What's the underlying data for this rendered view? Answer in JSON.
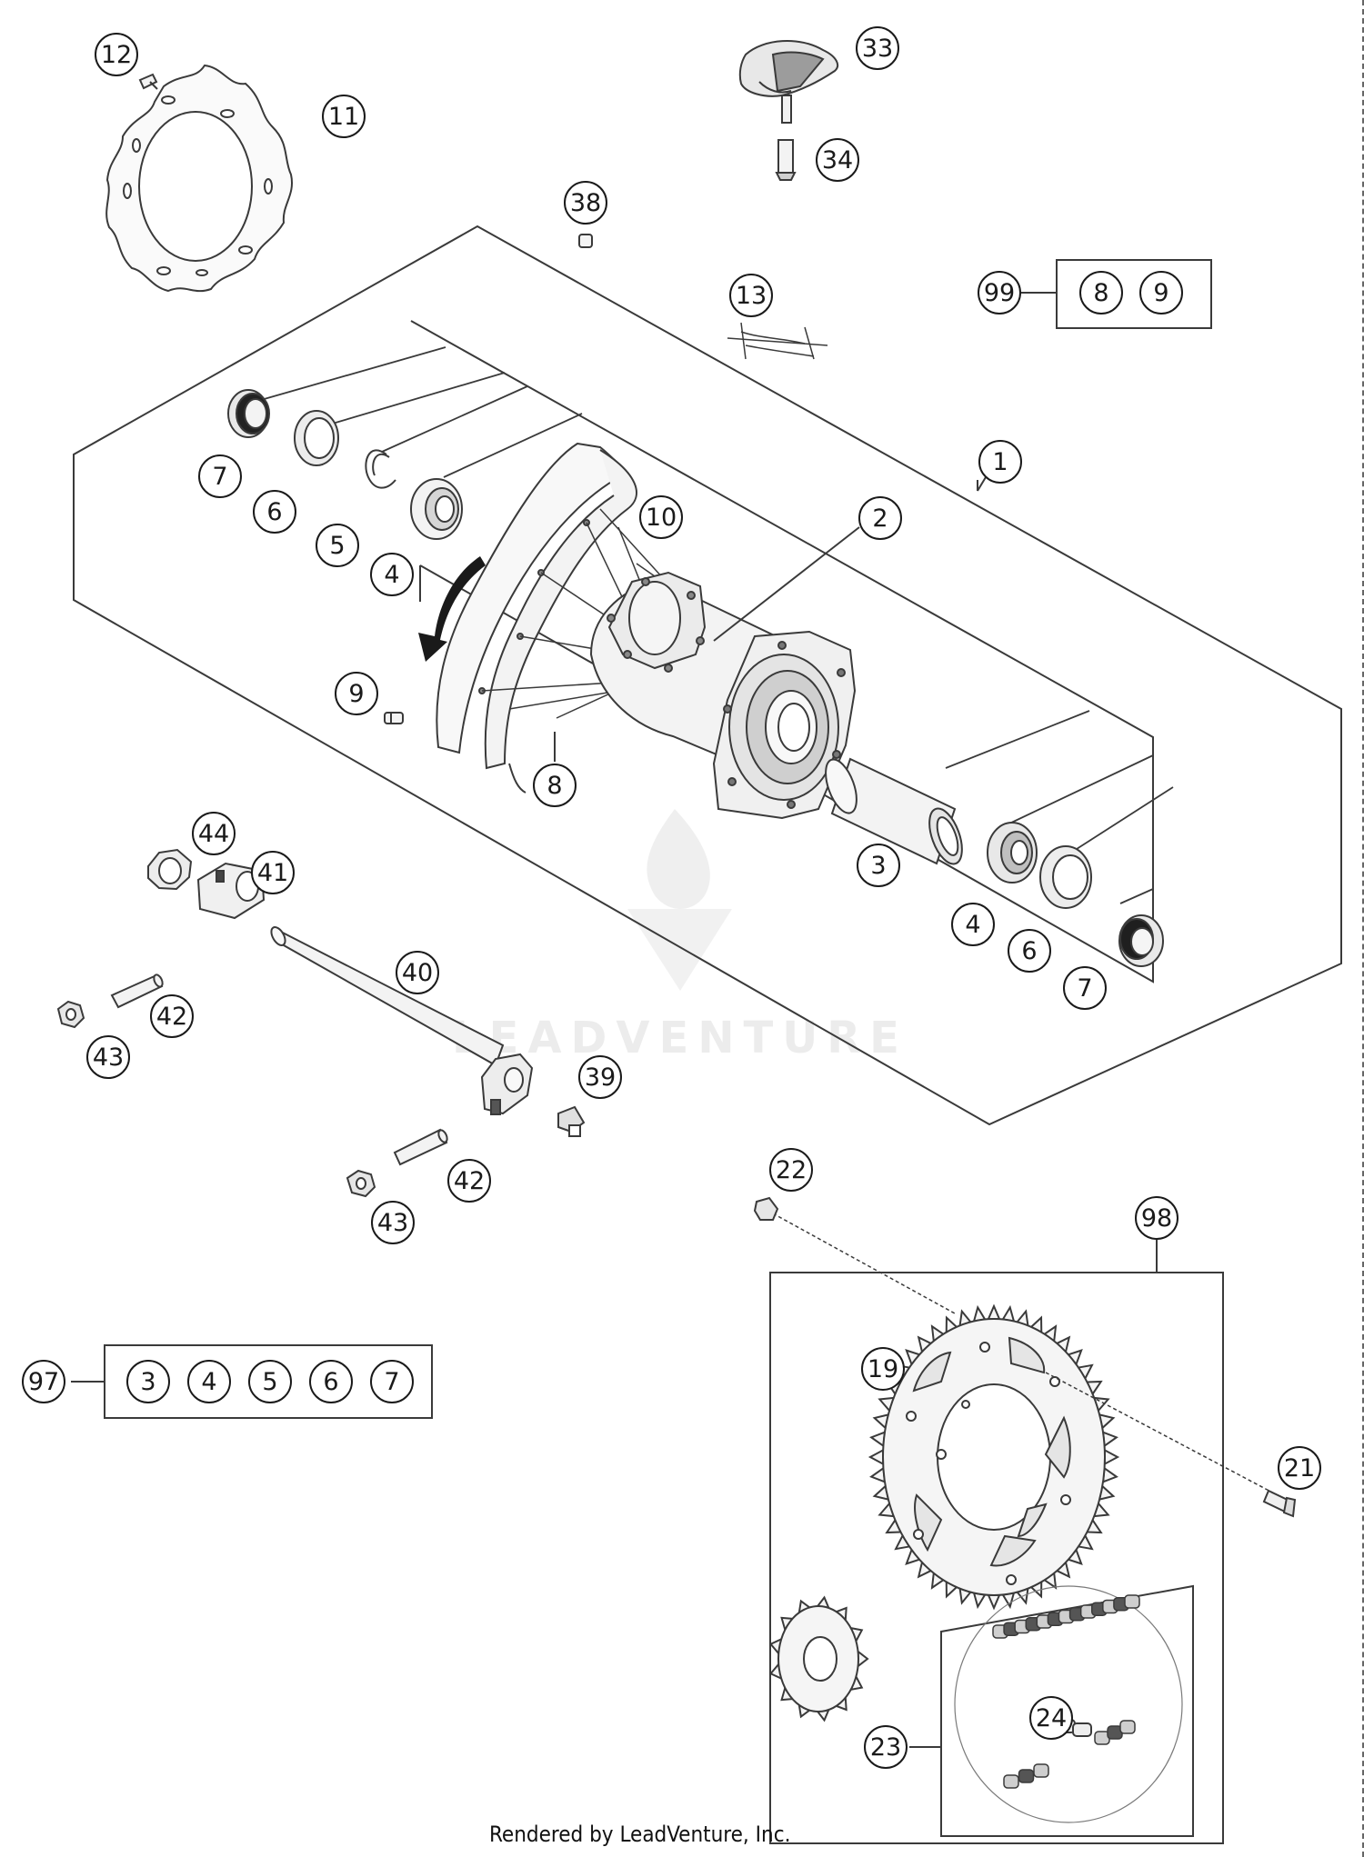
{
  "footer": {
    "rendered_by": "Rendered by LeadVenture, Inc."
  },
  "watermark": {
    "text": "LEADVENTURE",
    "color": "#d9d9d9"
  },
  "colors": {
    "line": "#3a3a3a",
    "part_fill": "#f3f3f3",
    "part_shade": "#bdbdbd"
  },
  "callouts": {
    "c1": "1",
    "c2": "2",
    "c3": "3",
    "c4a": "4",
    "c4b": "4",
    "c5": "5",
    "c6a": "6",
    "c6b": "6",
    "c7a": "7",
    "c7b": "7",
    "c8": "8",
    "c9": "9",
    "c10": "10",
    "c11": "11",
    "c12": "12",
    "c13": "13",
    "c19": "19",
    "c21": "21",
    "c22": "22",
    "c23": "23",
    "c24": "24",
    "c33": "33",
    "c34": "34",
    "c38": "38",
    "c39": "39",
    "c40": "40",
    "c41": "41",
    "c42a": "42",
    "c42b": "42",
    "c43a": "43",
    "c43b": "43",
    "c44": "44"
  },
  "kit_99": {
    "label": "99",
    "items": [
      "8",
      "9"
    ]
  },
  "kit_97": {
    "label": "97",
    "items": [
      "3",
      "4",
      "5",
      "6",
      "7"
    ]
  },
  "kit_98": {
    "label": "98"
  }
}
